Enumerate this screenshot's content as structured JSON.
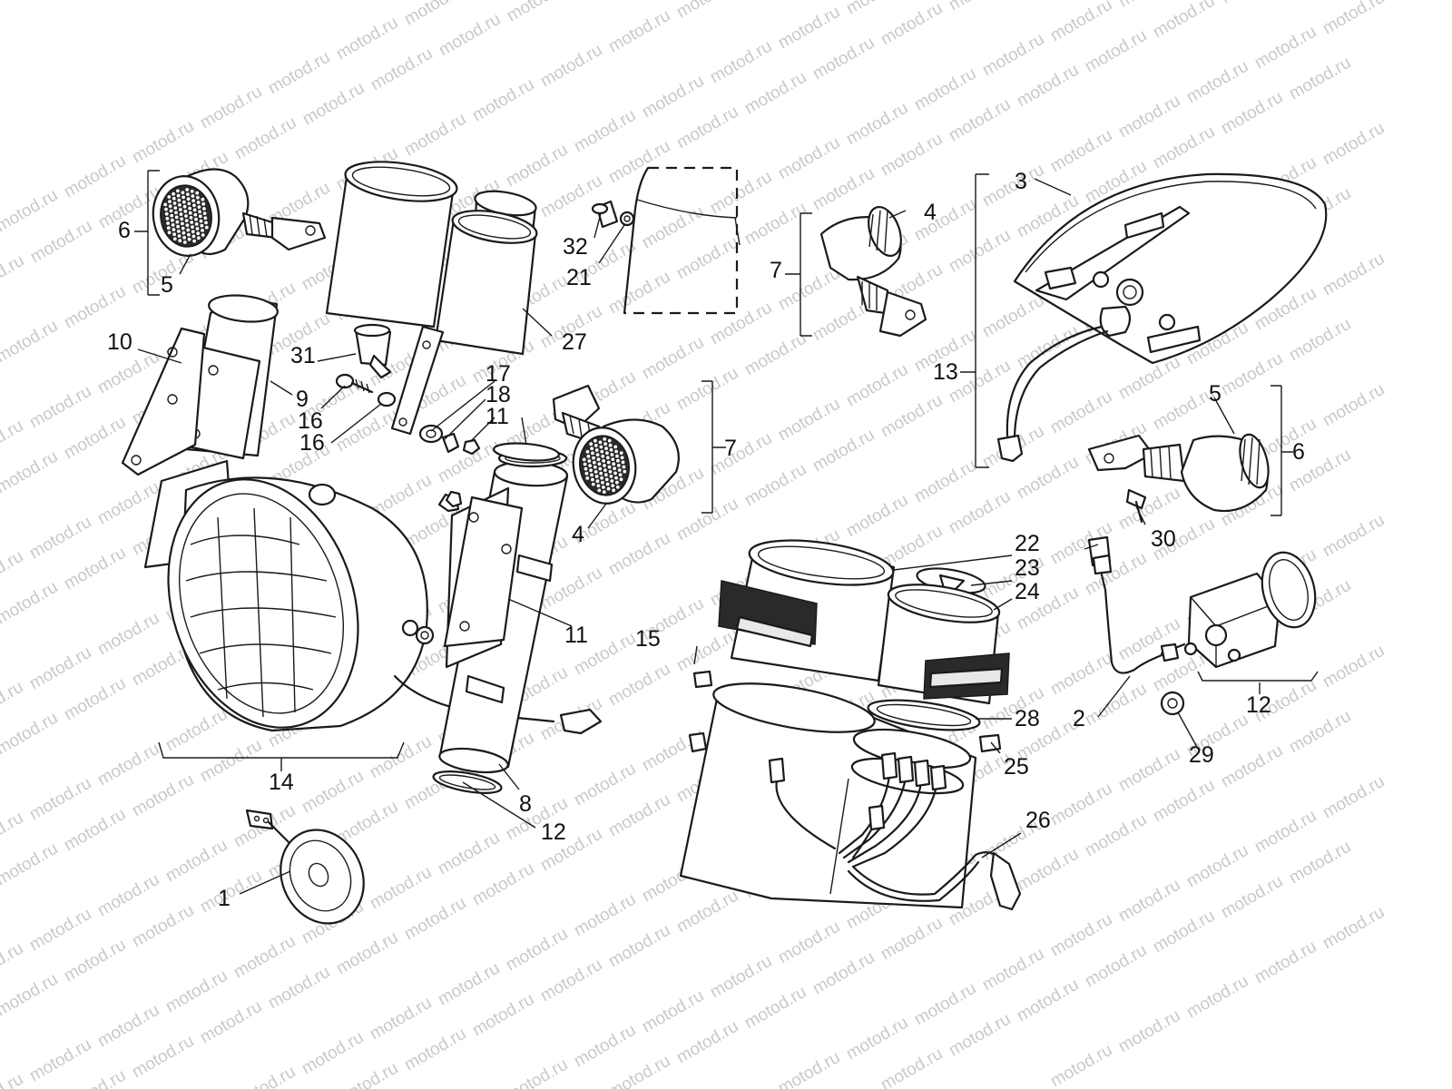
{
  "watermark": {
    "text": "motod.ru"
  },
  "callouts": [
    {
      "id": "c1",
      "text": "1"
    },
    {
      "id": "c2",
      "text": "2"
    },
    {
      "id": "c3",
      "text": "3"
    },
    {
      "id": "c4a",
      "text": "4"
    },
    {
      "id": "c4b",
      "text": "4"
    },
    {
      "id": "c5a",
      "text": "5"
    },
    {
      "id": "c5b",
      "text": "5"
    },
    {
      "id": "c6a",
      "text": "6"
    },
    {
      "id": "c6b",
      "text": "6"
    },
    {
      "id": "c7a",
      "text": "7"
    },
    {
      "id": "c7b",
      "text": "7"
    },
    {
      "id": "c8",
      "text": "8"
    },
    {
      "id": "c9",
      "text": "9"
    },
    {
      "id": "c10",
      "text": "10"
    },
    {
      "id": "c11a",
      "text": "11"
    },
    {
      "id": "c11b",
      "text": "11"
    },
    {
      "id": "c12a",
      "text": "12"
    },
    {
      "id": "c12b",
      "text": "12"
    },
    {
      "id": "c13",
      "text": "13"
    },
    {
      "id": "c14",
      "text": "14"
    },
    {
      "id": "c15",
      "text": "15"
    },
    {
      "id": "c16a",
      "text": "16"
    },
    {
      "id": "c16b",
      "text": "16"
    },
    {
      "id": "c17",
      "text": "17"
    },
    {
      "id": "c18",
      "text": "18"
    },
    {
      "id": "c21",
      "text": "21"
    },
    {
      "id": "c22",
      "text": "22"
    },
    {
      "id": "c23",
      "text": "23"
    },
    {
      "id": "c24",
      "text": "24"
    },
    {
      "id": "c25",
      "text": "25"
    },
    {
      "id": "c26",
      "text": "26"
    },
    {
      "id": "c27",
      "text": "27"
    },
    {
      "id": "c28",
      "text": "28"
    },
    {
      "id": "c29",
      "text": "29"
    },
    {
      "id": "c30",
      "text": "30"
    },
    {
      "id": "c31",
      "text": "31"
    },
    {
      "id": "c32",
      "text": "32"
    }
  ]
}
